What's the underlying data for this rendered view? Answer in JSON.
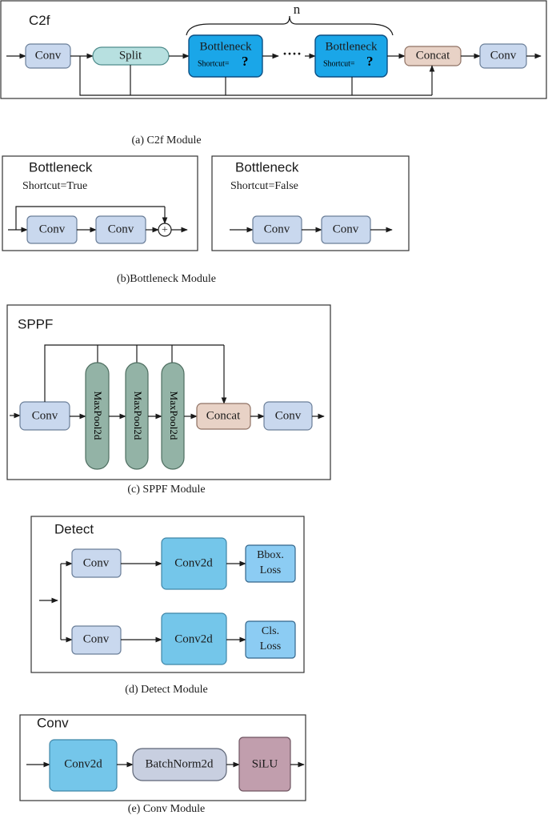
{
  "c2f": {
    "title": "C2f",
    "conv": "Conv",
    "split": "Split",
    "bottleneck": "Bottleneck",
    "shortcut": "Shortcut=",
    "question": "?",
    "n": "n",
    "dots": "····",
    "concat": "Concat",
    "conv_out": "Conv",
    "caption": "(a) C2f Module"
  },
  "bottleneck": {
    "left_title": "Bottleneck",
    "left_sub": "Shortcut=True",
    "right_title": "Bottleneck",
    "right_sub": "Shortcut=False",
    "conv": "Conv",
    "plus": "+",
    "caption": "(b)Bottleneck Module"
  },
  "sppf": {
    "title": "SPPF",
    "conv": "Conv",
    "maxpool_text": "MaxPool2d",
    "concat": "Concat",
    "conv_out": "Conv",
    "caption": "(c) SPPF Module"
  },
  "detect": {
    "title": "Detect",
    "conv": "Conv",
    "conv2d": "Conv2d",
    "bbox_line1": "Bbox.",
    "bbox_line2": "Loss",
    "cls_line1": "Cls.",
    "cls_line2": "Loss",
    "caption": "(d) Detect Module"
  },
  "conv_module": {
    "title": "Conv",
    "conv2d": "Conv2d",
    "batchnorm": "BatchNorm2d",
    "silu": "SiLU",
    "caption": "(e) Conv Module"
  },
  "colors": {
    "conv": "#c9d8ee",
    "split": "#b7e0e0",
    "bottleneck": "#1aa6e8",
    "concat": "#e8d2c6",
    "maxpool": "#93b3a6",
    "conv2d": "#74c6ea",
    "loss": "#8cccf3",
    "silu": "#c19ead"
  }
}
